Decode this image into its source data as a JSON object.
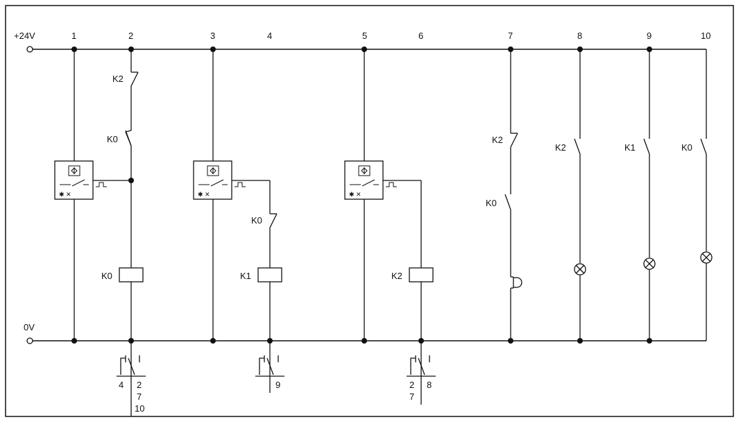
{
  "rails": {
    "top_label": "+24V",
    "bottom_label": "0V"
  },
  "columns": [
    "1",
    "2",
    "3",
    "4",
    "5",
    "6",
    "7",
    "8",
    "9",
    "10"
  ],
  "contacts": {
    "c2_top": "K2",
    "c2_mid": "K0",
    "c4": "K0",
    "c7_top": "K2",
    "c7_bottom": "K0",
    "c8": "K2",
    "c9": "K1",
    "c10": "K0"
  },
  "coils": {
    "coil_k0": "K0",
    "coil_k1": "K1",
    "coil_k2": "K2"
  },
  "cross_refs": {
    "k0": {
      "nc": "4",
      "no": [
        "2",
        "7",
        "10"
      ]
    },
    "k1": {
      "nc": "",
      "no": [
        "9"
      ]
    },
    "k2": {
      "nc": [
        "2",
        "7"
      ],
      "no": [
        "8"
      ]
    }
  }
}
